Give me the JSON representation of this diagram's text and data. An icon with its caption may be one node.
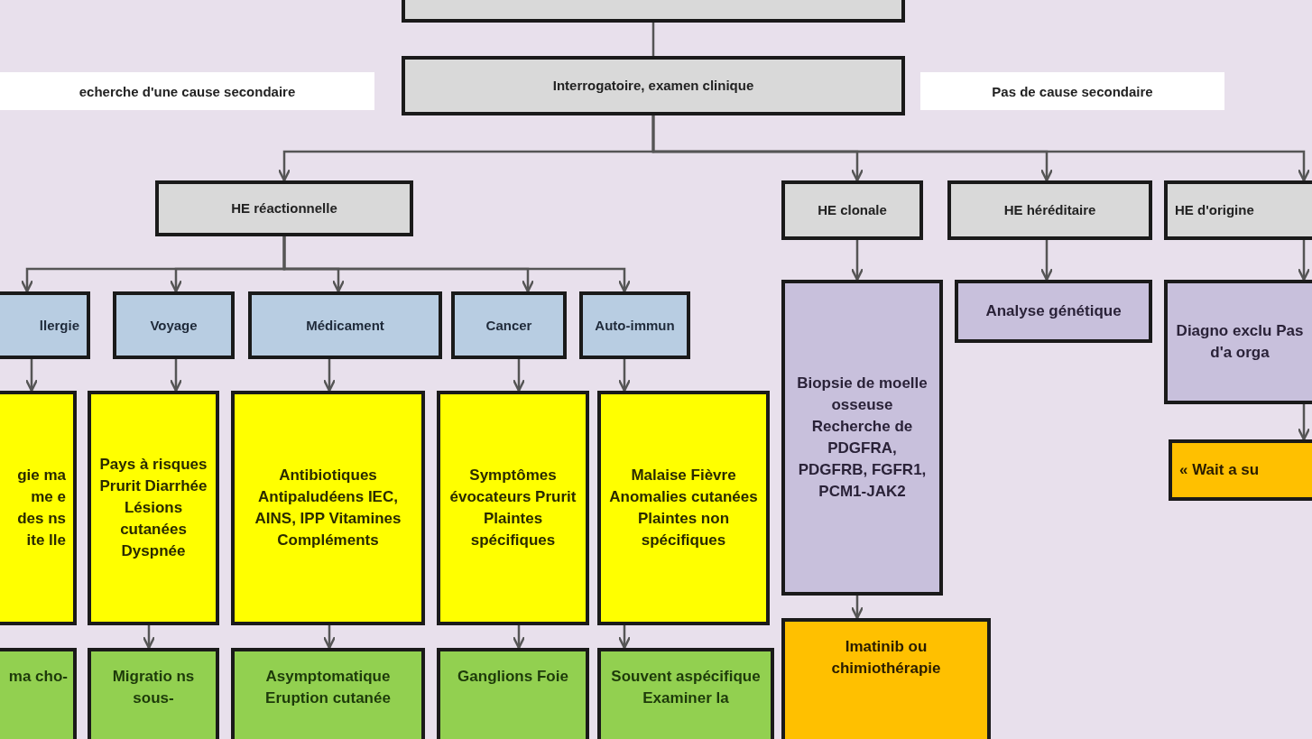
{
  "diagram": {
    "nodes": [
      {
        "text": [],
        "shape": "box"
      },
      {
        "text": [
          "Interrogatoire, examen clinique"
        ]
      },
      {
        "text": [
          "HE réactionnelle"
        ]
      },
      {
        "text": [
          "HE clonale"
        ]
      },
      {
        "text": [
          "HE héréditaire"
        ]
      },
      {
        "text": [
          "HE d'origine"
        ]
      },
      {
        "text": [
          "llergie"
        ]
      },
      {
        "text": [
          "Voyage"
        ]
      },
      {
        "text": [
          "Médicament"
        ]
      },
      {
        "text": [
          "Cancer"
        ]
      },
      {
        "text": [
          "Auto-immun"
        ]
      },
      {
        "text": [
          "gie ma me e des ns ite lle"
        ]
      },
      {
        "text": [
          "Pays à risques Prurit Diarrhée Lésions cutanées Dyspnée"
        ]
      },
      {
        "text": [
          "Antibiotiques Antipaludéens IEC, AINS, IPP Vitamines Compléments"
        ]
      },
      {
        "text": [
          "Symptômes évocateurs Prurit Plaintes spécifiques"
        ]
      },
      {
        "text": [
          "Malaise Fièvre Anomalies cutanées Plaintes non spécifiques"
        ]
      },
      {
        "text": [
          "Biopsie de moelle osseuse Recherche de PDGFRA, PDGFRB, FGFR1, PCM1-JAK2"
        ]
      },
      {
        "text": [
          "Analyse génétique"
        ]
      },
      {
        "text": [
          "Diagno exclu Pas d'a orga"
        ]
      },
      {
        "text": [
          "« Wait a su"
        ]
      },
      {
        "text": [
          "ma cho-"
        ]
      },
      {
        "text": [
          "Migratio ns sous-"
        ]
      },
      {
        "text": [
          "Asymptomatique Eruption cutanée"
        ]
      },
      {
        "text": [
          "Ganglions Foie"
        ]
      },
      {
        "text": [
          "Souvent aspécifique Examiner la"
        ]
      },
      {
        "text": [
          "Imatinib ou chimiothérapie"
        ]
      }
    ],
    "edges": [
      {
        "from": 0,
        "to": 1,
        "arrow": "none"
      },
      {
        "from": 1,
        "to": 2,
        "arrow": "to"
      },
      {
        "from": 1,
        "to": 3,
        "arrow": "to"
      },
      {
        "from": 1,
        "to": 4,
        "arrow": "to"
      },
      {
        "from": 1,
        "to": 5,
        "arrow": "to"
      },
      {
        "from": 2,
        "to": 6,
        "arrow": "to"
      },
      {
        "from": 2,
        "to": 7,
        "arrow": "to"
      },
      {
        "from": 2,
        "to": 8,
        "arrow": "to"
      },
      {
        "from": 2,
        "to": 9,
        "arrow": "to"
      },
      {
        "from": 2,
        "to": 10,
        "arrow": "to"
      },
      {
        "from": 6,
        "to": 11,
        "arrow": "to"
      },
      {
        "from": 7,
        "to": 12,
        "arrow": "to"
      },
      {
        "from": 8,
        "to": 13,
        "arrow": "to"
      },
      {
        "from": 9,
        "to": 14,
        "arrow": "to"
      },
      {
        "from": 10,
        "to": 15,
        "arrow": "to"
      },
      {
        "from": 3,
        "to": 16,
        "arrow": "to"
      },
      {
        "from": 4,
        "to": 17,
        "arrow": "to"
      },
      {
        "from": 5,
        "to": 18,
        "arrow": "to"
      },
      {
        "from": 18,
        "to": 19,
        "arrow": "to"
      },
      {
        "from": 12,
        "to": 21,
        "arrow": "to"
      },
      {
        "from": 13,
        "to": 22,
        "arrow": "to"
      },
      {
        "from": 14,
        "to": 23,
        "arrow": "to"
      },
      {
        "from": 15,
        "to": 24,
        "arrow": "to"
      },
      {
        "from": 16,
        "to": 25,
        "arrow": "to"
      }
    ],
    "labels": [
      "echerche d'une cause secondaire",
      "Pas de cause secondaire"
    ]
  }
}
